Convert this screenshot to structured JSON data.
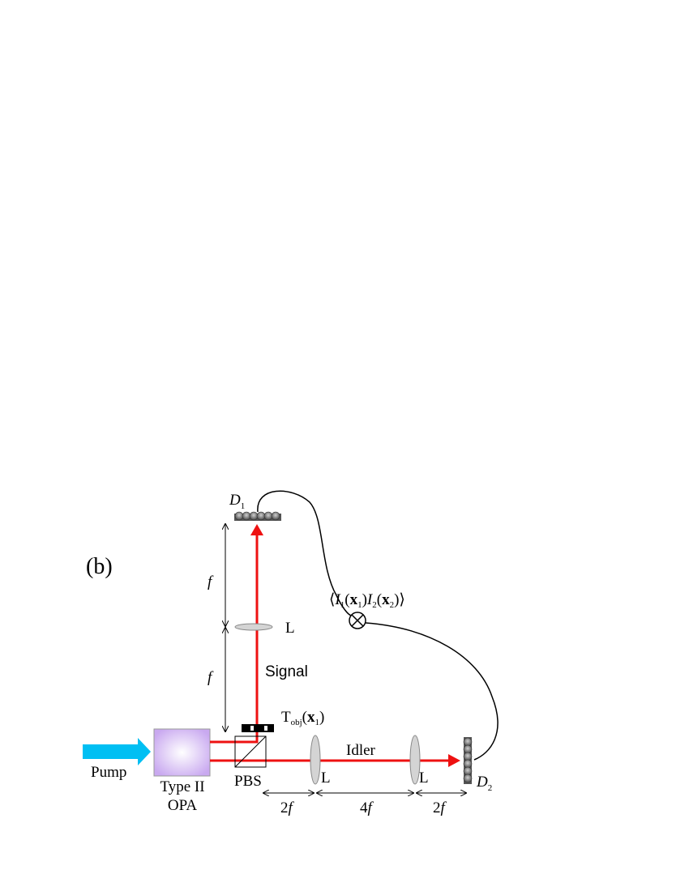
{
  "panel_label": "(b)",
  "source": {
    "pump": "Pump"
  },
  "crystal": {
    "line1": "Type II",
    "line2": "OPA"
  },
  "beamsplitter": {
    "label": "PBS"
  },
  "beams": {
    "signal": "Signal",
    "idler": "Idler"
  },
  "lens_label": "L",
  "object": {
    "T": "T",
    "obj": "obj",
    "x": "x",
    "n": "1"
  },
  "detector1": {
    "D": "D",
    "n": "1"
  },
  "detector2": {
    "D": "D",
    "n": "2"
  },
  "correlator": {
    "I1": "I",
    "n1": "1",
    "x1": "x",
    "m1": "1",
    "I2": "I",
    "n2": "2",
    "x2": "x",
    "m2": "2"
  },
  "distances": {
    "signal_lower": "f",
    "signal_upper": "f",
    "idler_a_num": "2",
    "idler_a_sym": "f",
    "idler_b_num": "4",
    "idler_b_sym": "f",
    "idler_c_num": "2",
    "idler_c_sym": "f"
  },
  "colors": {
    "beam": "#ee1111",
    "pump_arrow": "#00bff3",
    "crystal": "#c9a9f0",
    "lens": "#d4d4d4"
  }
}
